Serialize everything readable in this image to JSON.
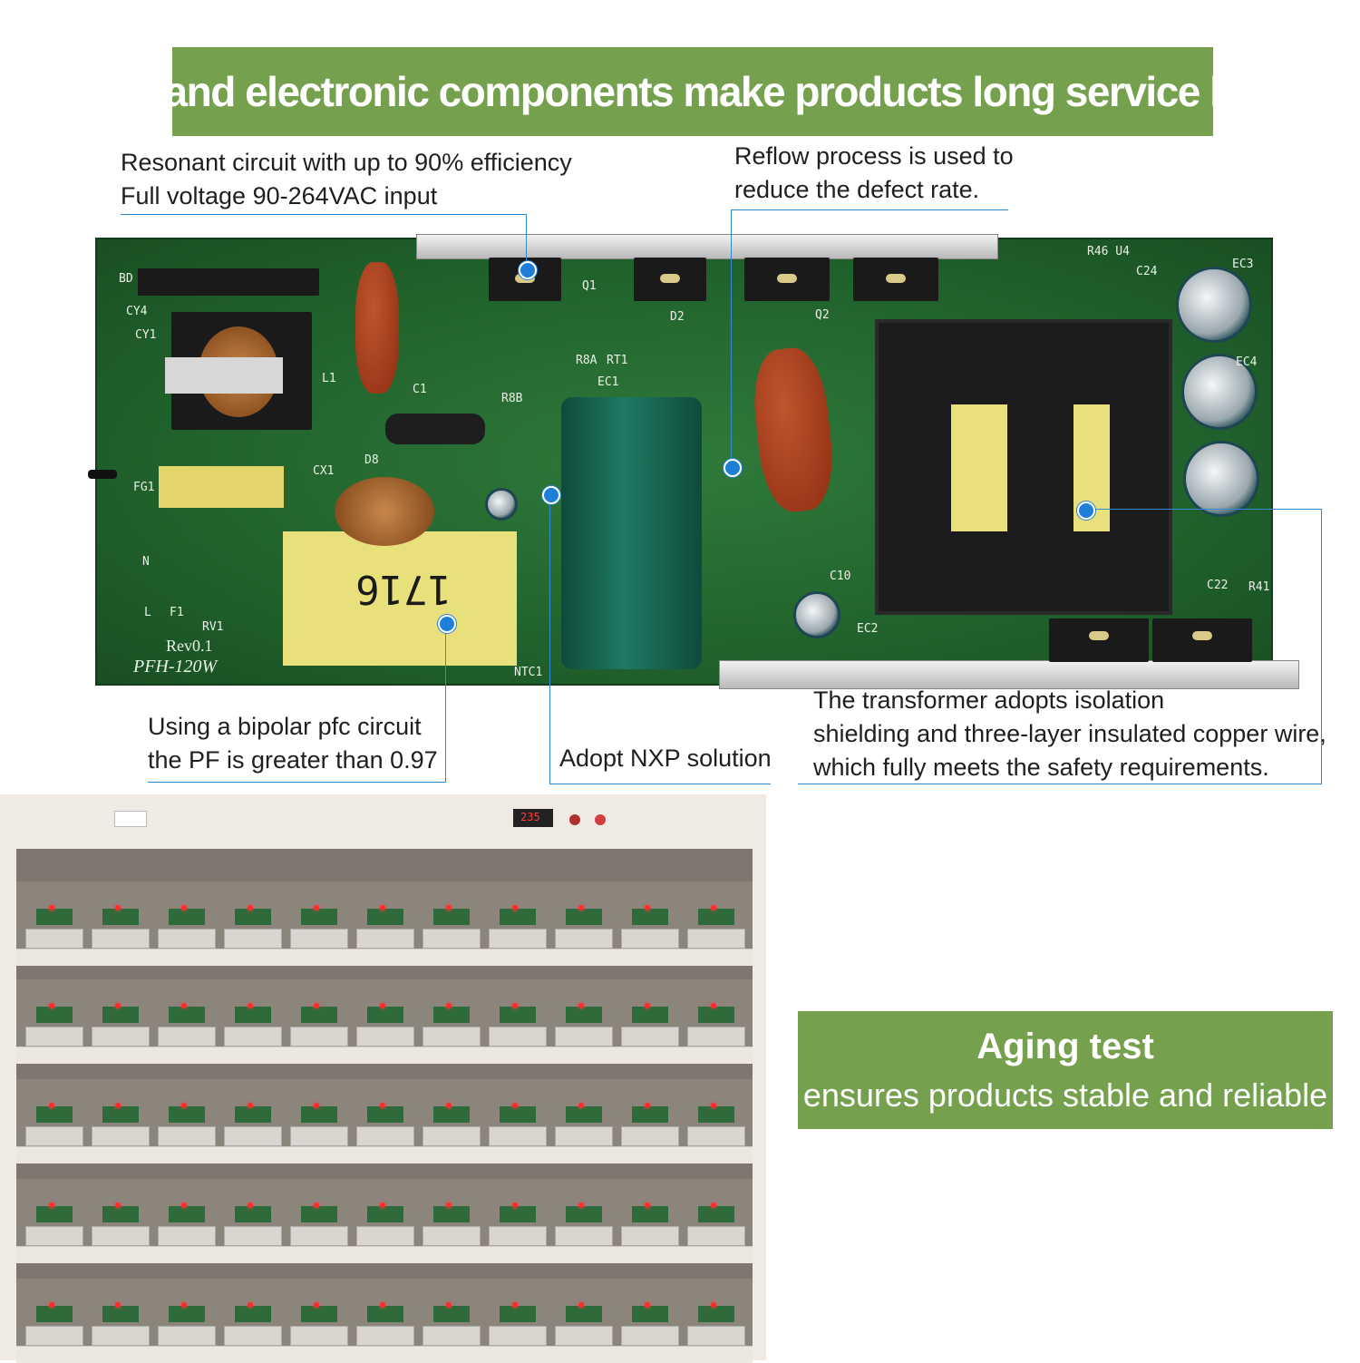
{
  "header": {
    "title": "Brand electronic components make products long service life"
  },
  "callouts": {
    "efficiency": [
      "Resonant circuit with up to 90% efficiency",
      "Full voltage 90-264VAC input"
    ],
    "reflow": [
      "Reflow process is used to",
      "reduce the defect rate."
    ],
    "pfc": [
      "Using a bipolar pfc circuit",
      "the PF is greater than 0.97"
    ],
    "nxp": [
      "Adopt NXP solution"
    ],
    "transformer": [
      "The transformer adopts isolation",
      "shielding and three-layer insulated copper wire,",
      "which fully meets the safety requirements."
    ]
  },
  "pcb": {
    "model": "PFH-120W",
    "revision": "Rev0.1",
    "inductor_marking": "1716",
    "labels": {
      "bd": "BD",
      "cy4": "CY4",
      "cy1": "CY1",
      "l1": "L1",
      "fg1": "FG1",
      "cx1": "CX1",
      "q1": "Q1",
      "q2": "Q2",
      "d2": "D2",
      "d8": "D8",
      "c1": "C1",
      "ec1": "EC1",
      "ec3": "EC3",
      "ec4": "EC4",
      "c24": "C24",
      "c22": "C22",
      "r41": "R41",
      "f1": "F1",
      "rv1": "RV1",
      "ntc1": "NTC1",
      "n": "N",
      "l": "L",
      "rt1": "RT1",
      "r8a": "R8A",
      "r8b": "R8B",
      "r46u4": "R46 U4",
      "c10": "C10",
      "ec2": "EC2"
    }
  },
  "aging": {
    "title": "Aging test",
    "subtitle": "ensures products stable and reliable"
  },
  "photo": {
    "meter_reading": "235"
  },
  "colors": {
    "banner": "#75a14e",
    "callout_line": "#2f8bd6",
    "pcb_green": "#2f7a3a"
  }
}
